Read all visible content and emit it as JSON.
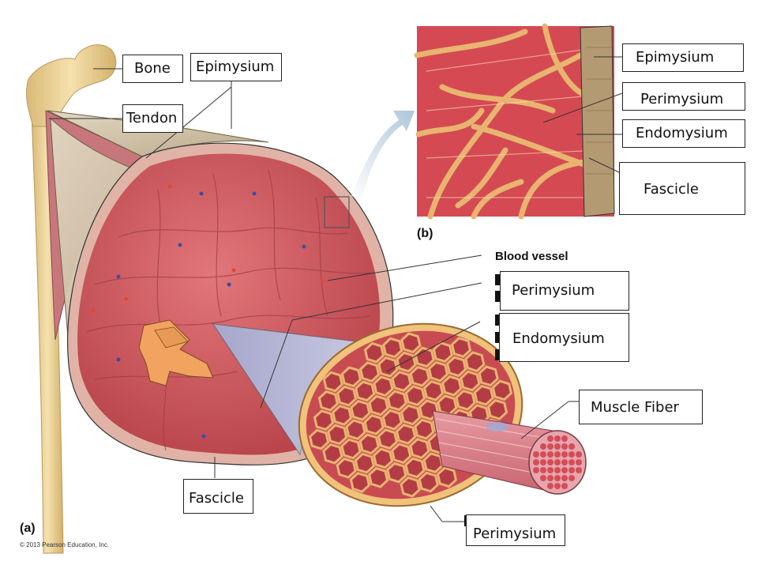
{
  "labels": {
    "bone": "Bone",
    "epimysium_a": "Epimysium",
    "tendon": "Tendon",
    "fascicle_a": "Fascicle",
    "perimysium_a": "Perimysium",
    "endomysium_a": "Endomysium",
    "muscle_fiber": "Muscle Fiber",
    "perimysium_bottom": "Perimysium",
    "epimysium_b": "Epimysium",
    "perimysium_b": "Perimysium",
    "endomysium_b": "Endomysium",
    "fascicle_b": "Fascicle"
  },
  "printed": {
    "panel_a": "(a)",
    "panel_b": "(b)",
    "blood_vessel": "Blood vessel",
    "copyright": "© 2013 Pearson Education, Inc."
  },
  "colors": {
    "muscle": "#d2595f",
    "muscle_dark": "#b8434b",
    "fascia": "#e8b878",
    "bone": "#f1d9a3",
    "tendon": "#cdbfa4"
  }
}
